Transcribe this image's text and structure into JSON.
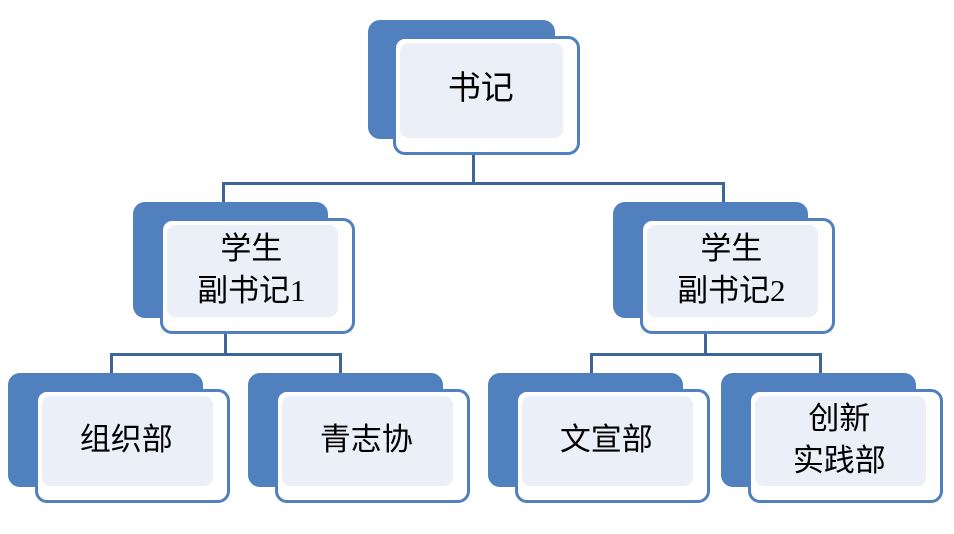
{
  "diagram": {
    "type": "organization-chart",
    "title": "",
    "orientation": "top-down",
    "levels": 3,
    "colors": {
      "plate_blue": "#5080bd",
      "card_border": "#5080bd",
      "card_fill": "#ffffff",
      "inner_fill": "#ebeff7",
      "connector": "#3d6697",
      "text": "#000000",
      "background": "#ffffff"
    }
  },
  "nodes": {
    "root": {
      "id": "secretary",
      "label": "书记",
      "level": 1
    },
    "level2": [
      {
        "id": "deputy-secretary-1",
        "label": "学生\n副书记1",
        "level": 2
      },
      {
        "id": "deputy-secretary-2",
        "label": "学生\n副书记2",
        "level": 2
      }
    ],
    "level3": [
      {
        "id": "organization-dept",
        "label": "组织部",
        "level": 3,
        "parent": "deputy-secretary-1"
      },
      {
        "id": "youth-volunteer-assoc",
        "label": "青志协",
        "level": 3,
        "parent": "deputy-secretary-1"
      },
      {
        "id": "publicity-dept",
        "label": "文宣部",
        "level": 3,
        "parent": "deputy-secretary-2"
      },
      {
        "id": "innovation-practice-dept",
        "label": "创新\n实践部",
        "level": 3,
        "parent": "deputy-secretary-2"
      }
    ]
  }
}
